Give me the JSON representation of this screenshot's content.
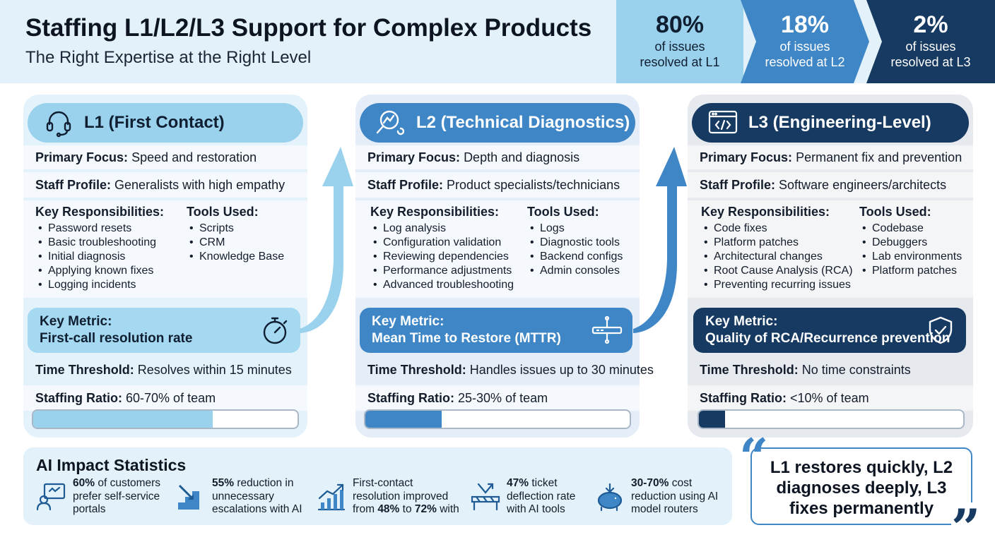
{
  "header": {
    "title": "Staffing L1/L2/L3 Support for Complex Products",
    "subtitle": "The Right Expertise at the Right Level",
    "stats": [
      {
        "pct": "80%",
        "line1": "of issues",
        "line2": "resolved at L1"
      },
      {
        "pct": "18%",
        "line1": "of issues",
        "line2": "resolved at L2"
      },
      {
        "pct": "2%",
        "line1": "of issues",
        "line2": "resolved at L3"
      }
    ]
  },
  "tiers": [
    {
      "title": "L1 (First Contact)",
      "icon": "headset-icon",
      "focus_label": "Primary Focus:",
      "focus": "Speed and restoration",
      "profile_label": "Staff Profile:",
      "profile": "Generalists with high empathy",
      "resp_label": "Key Responsibilities:",
      "responsibilities": [
        "Password resets",
        "Basic troubleshooting",
        "Initial diagnosis",
        "Applying known fixes",
        "Logging incidents"
      ],
      "tools_label": "Tools Used:",
      "tools": [
        "Scripts",
        "CRM",
        "Knowledge Base"
      ],
      "metric_label": "Key Metric:",
      "metric": "First-call resolution rate",
      "metric_icon": "stopwatch-icon",
      "threshold_label": "Time Threshold:",
      "threshold": "Resolves within 15 minutes",
      "ratio_label": "Staffing Ratio:",
      "ratio": "60-70% of team",
      "ratio_fill": 0.68
    },
    {
      "title": "L2 (Technical Diagnostics)",
      "icon": "magnifier-chart-icon",
      "focus_label": "Primary Focus:",
      "focus": "Depth and diagnosis",
      "profile_label": "Staff Profile:",
      "profile": "Product specialists/technicians",
      "resp_label": "Key Responsibilities:",
      "responsibilities": [
        "Log analysis",
        "Configuration validation",
        "Reviewing dependencies",
        "Performance adjustments",
        "Advanced troubleshooting"
      ],
      "tools_label": "Tools Used:",
      "tools": [
        "Logs",
        "Diagnostic tools",
        "Backend configs",
        "Admin consoles"
      ],
      "metric_label": "Key Metric:",
      "metric": "Mean Time to Restore (MTTR)",
      "metric_icon": "server-rack-icon",
      "threshold_label": "Time Threshold:",
      "threshold": "Handles issues up to 30 minutes",
      "ratio_label": "Staffing Ratio:",
      "ratio": "25-30% of team",
      "ratio_fill": 0.29
    },
    {
      "title": "L3 (Engineering-Level)",
      "icon": "code-window-icon",
      "focus_label": "Primary Focus:",
      "focus": "Permanent fix and prevention",
      "profile_label": "Staff Profile:",
      "profile": "Software engineers/architects",
      "resp_label": "Key Responsibilities:",
      "responsibilities": [
        "Code fixes",
        "Platform patches",
        "Architectural changes",
        "Root Cause Analysis (RCA)",
        "Preventing recurring issues"
      ],
      "tools_label": "Tools Used:",
      "tools": [
        "Codebase",
        "Debuggers",
        "Lab environments",
        "Platform patches"
      ],
      "metric_label": "Key Metric:",
      "metric": "Quality of RCA/Recurrence prevention",
      "metric_icon": "shield-check-icon",
      "threshold_label": "Time Threshold:",
      "threshold": "No time constraints",
      "ratio_label": "Staffing Ratio:",
      "ratio": "<10% of team",
      "ratio_fill": 0.1
    }
  ],
  "ai": {
    "title": "AI Impact Statistics",
    "items": [
      {
        "icon": "user-screen-icon",
        "bold": "60%",
        "rest1": " of customers",
        "line2": "prefer self-service",
        "line3": "portals"
      },
      {
        "icon": "stairs-down-arrow-icon",
        "bold": "55%",
        "rest1": " reduction in",
        "line2": "unnecessary",
        "line3": "escalations with AI"
      },
      {
        "icon": "growth-chart-icon",
        "line1": "First-contact",
        "line2": "resolution improved",
        "line3_pre": "from ",
        "b1": "48%",
        "mid": " to ",
        "b2": "72%",
        "post": " with"
      },
      {
        "icon": "barrier-deflect-icon",
        "bold": "47%",
        "rest1": " ticket",
        "line2": "deflection rate",
        "line3": "with AI tools"
      },
      {
        "icon": "piggy-bank-icon",
        "bold": "30-70%",
        "rest1": " cost",
        "line2": "reduction using AI",
        "line3": "model routers"
      }
    ]
  },
  "quote": {
    "line1": "L1 restores quickly, L2",
    "line2": "diagnoses deeply, L3",
    "line3": "fixes permanently"
  },
  "colors": {
    "l1": "#9ad2ee",
    "l2": "#3f86c6",
    "l3": "#163a61"
  }
}
